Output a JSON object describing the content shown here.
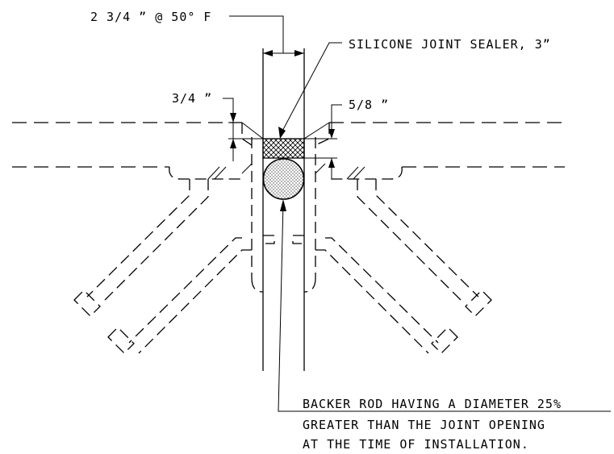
{
  "labels": {
    "joint_width": "2 3/4 ” @ 50° F",
    "sealer": "SILICONE JOINT SEALER, 3”",
    "depth_left": "3/4 ”",
    "depth_right": "5/8 ”",
    "backer_line1": "BACKER ROD HAVING A DIAMETER 25%",
    "backer_line2": "GREATER THAN THE JOINT OPENING",
    "backer_line3": "AT THE TIME OF INSTALLATION."
  },
  "colors": {
    "ink": "#000000",
    "background": "#ffffff"
  }
}
